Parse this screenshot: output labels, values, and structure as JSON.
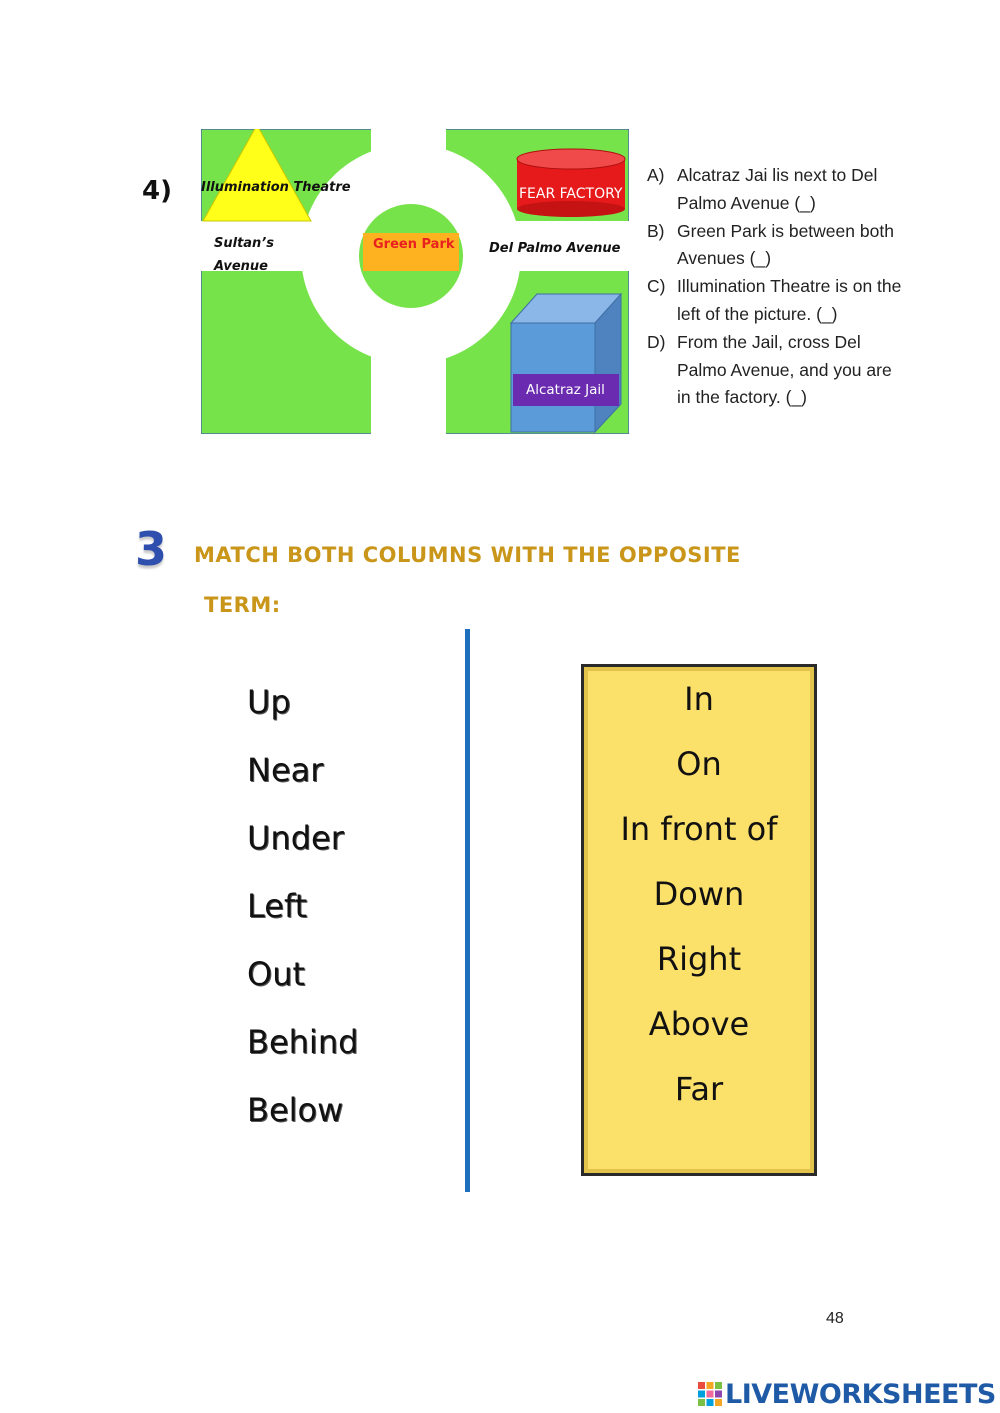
{
  "exercise": {
    "number": "4)",
    "map": {
      "theatre_label": "Illumination Theatre",
      "sultan_line1": "Sultan’s",
      "sultan_line2": "Avenue",
      "park_label": "Green Park",
      "delpalmo_label": "Del Palmo Avenue",
      "factory_label": "FEAR FACTORY",
      "jail_label": "Alcatraz Jail"
    },
    "statements": [
      {
        "letter": "A)",
        "text": "Alcatraz Jai lis next to Del Palmo Avenue (_)"
      },
      {
        "letter": "B)",
        "text": " Green Park is between both Avenues (_)"
      },
      {
        "letter": "C)",
        "text": " Illumination Theatre is on the left of the picture. (_)"
      },
      {
        "letter": "D)",
        "text": "From the Jail, cross Del Palmo Avenue, and you are in the factory. (_)"
      }
    ]
  },
  "section": {
    "number": "3",
    "title_line1": "MATCH BOTH COLUMNS WITH THE OPPOSITE",
    "title_line2": "TERM:"
  },
  "left_column": [
    "Up",
    "Near",
    "Under",
    "Left",
    "Out",
    "Behind",
    "Below"
  ],
  "right_column": [
    "In",
    "On",
    "In front of",
    "Down",
    "Right",
    "Above",
    "Far"
  ],
  "page_number": "48",
  "brand": "LIVEWORKSHEETS",
  "colors": {
    "grass": "#77e34a",
    "title": "#c9961a",
    "divider": "#1f6fbf",
    "answer_box": "#fbe06a"
  }
}
